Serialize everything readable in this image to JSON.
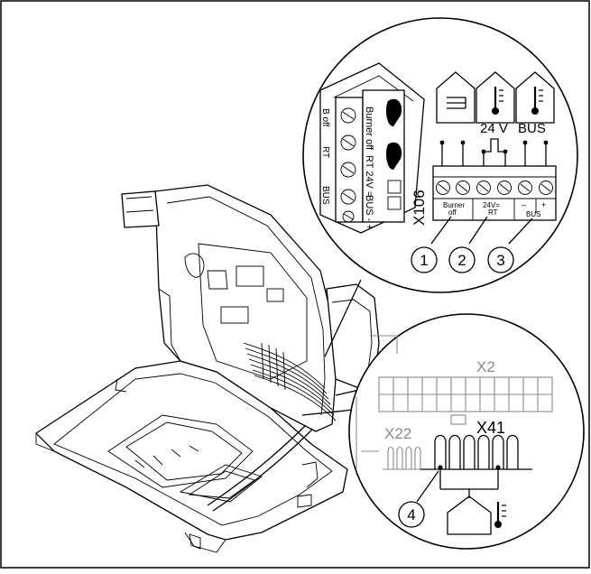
{
  "labels": {
    "terminal_block_id": "X106",
    "burner_off_vertical": "Burner off",
    "rt_24v_vertical": "RT 24V =",
    "bus_vertical": "BUS - +",
    "side_b_off": "B off",
    "side_rt": "RT",
    "side_bus": "BUS",
    "voltage_label": "24 V",
    "bus_label": "BUS",
    "burner": "Burner",
    "off": "off",
    "voltage_small": "24V=",
    "rt_small": "RT",
    "minus": "–",
    "plus": "+",
    "bus_small": "BUS",
    "callout_1": "1",
    "callout_2": "2",
    "callout_3": "3",
    "connector_x2": "X2",
    "connector_x22": "X22",
    "connector_x41": "X41",
    "callout_4": "4"
  },
  "icons": [
    "house-flow-sensor-icon",
    "house-thermometer-icon",
    "house-thermometer-icon",
    "room-thermostat-icon"
  ],
  "colors": {
    "line": "#000000",
    "faded": "#8a8a8a",
    "background": "#ffffff"
  }
}
